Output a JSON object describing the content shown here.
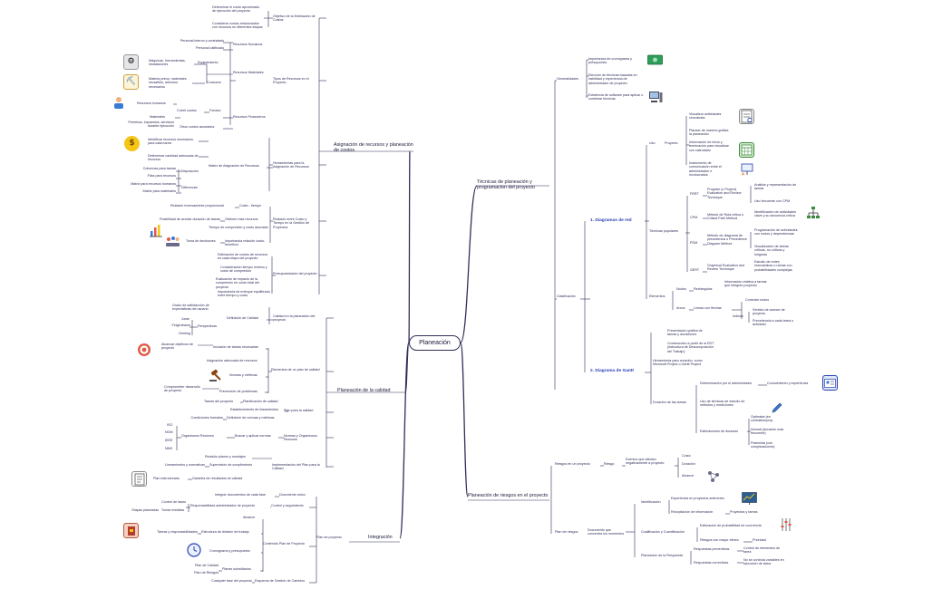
{
  "root": "Planeación",
  "branches": [
    {
      "label": "Asignación de recursos y planeación de costos",
      "groups": [
        {
          "label": "Objetivo de la Estimación de Costos",
          "items": [
            "Determinar el costo aproximado de ejecución del proyecto",
            "Considerar costos relacionados con recursos en diferentes etapas"
          ]
        },
        {
          "label": "Tipos de Recursos en el Proyecto",
          "items": [
            "Recursos Humanos",
            "Personal interno y contratado",
            "Personal calificado",
            "Recursos Materiales",
            "Equipamiento",
            "Máquinas, herramientas, instalaciones",
            "Consumo",
            "Materia prima, materiales reusables, artículos necesarios",
            "Recursos Financieros",
            "Fondos",
            "Recursos humanos",
            "Cubrir costos",
            "Materiales",
            "Otros costos asociados",
            "Permisos, impuestos, servicios durante ejecución"
          ]
        },
        {
          "label": "Herramientas para la Asignación de Recursos",
          "items": [
            "Identificar recursos necesarios para cada tarea",
            "Matriz de Asignación de Recursos",
            "Determinar cantidad adecuada de recursos",
            "Columnas para tareas",
            "Disposición",
            "Filas para recursos",
            "Matriz para recursos humanos",
            "Diferenciar",
            "Matriz para materiales"
          ]
        },
        {
          "label": "Relación entre Costo y Tiempo en la Gestión de Proyectos",
          "items": [
            "Relación inversamente proporcional",
            "Costo - tiempo",
            "Posibilidad de acortar duración de tareas",
            "Obtener más recursos",
            "Tiempo de compresión y costo asociado",
            "Toma de decisiones",
            "Importancia relación costo-beneficio"
          ]
        },
        {
          "label": "Presupuestación del proyecto",
          "items": [
            "Estimación de costos de recursos en cada etapa del proyecto",
            "Consideración tiempo mínimo y costo de compresión",
            "Evaluación de impacto de la compresión en costo total del proyecto",
            "Importancia de enfoque equilibrado entre tiempo y costo"
          ]
        }
      ]
    },
    {
      "label": "Planeación de la calidad",
      "groups": [
        {
          "label": "Calidad en la planeación del proyecto",
          "items": [
            "Grado de satisfacción de expectativas del usuario",
            "Definición de Calidad",
            "Juran",
            "Perspectivas",
            "Feigenbaum",
            "Deming"
          ]
        },
        {
          "label": "Elementos de un plan de calidad",
          "items": [
            "Inclusión de tareas necesarias",
            "Alcanzar objetivos de proyecto",
            "Asignación adecuada de recursos",
            "Normas y métricas",
            "Prevención de problemas",
            "Comprometer desarrollo de proyecto"
          ]
        },
        {
          "label": "Plan para la calidad",
          "items": [
            "Tareas del proyecto",
            "Planificación de calidad",
            "Establecimiento de lineamientos",
            "Condiciones formales",
            "Definición de normas y métricas"
          ]
        },
        {
          "label": "Normas y Organismos Rectores",
          "items": [
            "Buscar y aplicar normas",
            "Organismos Rectores",
            "ISO",
            "NOM",
            "IEEE",
            "NMX"
          ]
        },
        {
          "label": "Implementación del Plan para la Calidad",
          "items": [
            "Revisión planes y montajes",
            "Lineamientos y normativas",
            "Supervisión de cumplimiento",
            "Plan estructurado",
            "Garantía de resultados de calidad"
          ]
        }
      ]
    },
    {
      "label": "Integración",
      "groups": [
        {
          "label": "Plan de proyecto",
          "items": [
            "Control y seguimiento",
            "Integrar documentos de cada fase",
            "Documento único",
            "Responsabilidad administrador de proyecto",
            "Control de fases",
            "Etapas planeadas",
            "Tomar medidas",
            "Contenido Plan de Proyecto",
            "Alcance",
            "Estructura de división de trabajo",
            "Tareas y responsabilidades",
            "Cronograma y presupuesto",
            "Planes subsidiarios",
            "Plan de Calidad",
            "Plan de Riesgos",
            "Esquema de Gestión de Cambios",
            "Cualquier fase del proyecto"
          ]
        }
      ]
    },
    {
      "label": "Técnicas de planeación y programacion del proyecto",
      "groups": [
        {
          "label": "Generalidades",
          "items": [
            "Importancia de cronograma y presupuesto",
            "Elección de técnicas basadas en habilidad y experiencia de administrador de proyecto",
            "Existencia de software para aplicar o combinar técnicas"
          ]
        },
        {
          "label": "Clasificación",
          "items": [
            "1. Diagramas de red",
            "Uso",
            "Proyecto",
            "Visualizar actividades vinculadas",
            "Planear de manera gráfica la planeación",
            "Información de inicio y terminación para visualizar con calendario",
            "Instrumento de comunicación entre el administrador e involucrados",
            "Técnicas populares",
            "PERT",
            "Program (o Project) Evaluation and Review Technique",
            "Análisis y representación de tareas",
            "Uso frecuente con CPM",
            "CPM",
            "Método de Ruta crítica o Critical Path Method",
            "Identificación de actividades clave y su secuencia crítica",
            "PDM",
            "Método de diagrama de precedencia o Precedence Diagram Method",
            "Programación de actividades con nodos y dependencias",
            "Visualización de tareas críticas, no críticas y holguras",
            "GERT",
            "Graphical Evaluation and Review Technique",
            "Estudio de redes estocásticas o ramas con probabilidades complejas",
            "Elementos",
            "Nodos",
            "Rectángulos",
            "Información relativa a tareas que integran proyecto",
            "Arcos",
            "Líneas con flechas",
            "Conectar nodos",
            "Indican",
            "Sentido de avance de proyecto",
            "Precedencia a cada tarea o actividad",
            "2. Diagrama de Gantt",
            "Presentación gráfica de tareas y duraciones",
            "Construcción a partir de la EDT (estructura de Descomposición del Trabajo)",
            "Herramienta para creación, como Microsoft Project o Gantt Project",
            "Duración de las tareas",
            "Determinación por el administrador",
            "Conocimiento y experiencia",
            "Uso de técnicas de estudio de métodos y mediciones",
            "Estimaciones de duración",
            "Optimista (en contratiempos)",
            "Normal (duración más frecuente)",
            "Pesimista (con complicaciones)"
          ]
        }
      ]
    },
    {
      "label": "Planeación de riesgos en el proyecto",
      "groups": [
        {
          "label": "Riesgos en un proyecto",
          "items": [
            "Riesgo",
            "Eventos que afectan negativamente a proyecto",
            "Costo",
            "Duración",
            "Alcance"
          ]
        },
        {
          "label": "Plan de riesgos",
          "items": [
            "Documento que concentra los momentos",
            "Identificación",
            "Experiencia en proyectos anteriores",
            "Recopilación de información",
            "Proyectos y tareas",
            "Cualificación y Cuantificación",
            "Estimación de probabilidad de ocurrencia",
            "Riesgos con mayor efecto",
            "Prioridad",
            "Planeación de la Respuesta",
            "Respuestas preventivas",
            "Control de elementos de tarea",
            "Respuestas correctivas",
            "No se controla variables en ejecución de tarea"
          ]
        }
      ]
    }
  ],
  "icons": {
    "money": "money-icon",
    "machine": "machine-icon",
    "materials": "materials-icon",
    "people": "people-icon",
    "dollar": "dollar-coin-icon",
    "chart": "bar-chart-icon",
    "team": "team-meeting-icon",
    "target": "target-icon",
    "gavel": "gavel-icon",
    "document": "document-icon",
    "book": "book-icon",
    "clock": "clock-icon",
    "cash": "cash-icon",
    "computer": "computer-icon",
    "checklist": "checklist-icon",
    "calendar": "calendar-icon",
    "presentation": "presentation-icon",
    "network": "network-icon",
    "id_card": "id-card-icon",
    "pen": "pen-icon",
    "graph_board": "graph-board-icon",
    "equalizer": "equalizer-icon",
    "nodes": "nodes-icon"
  },
  "colors": {
    "line": "#30305a",
    "text": "#2d2d5a",
    "accent": "#2b3fb5"
  }
}
